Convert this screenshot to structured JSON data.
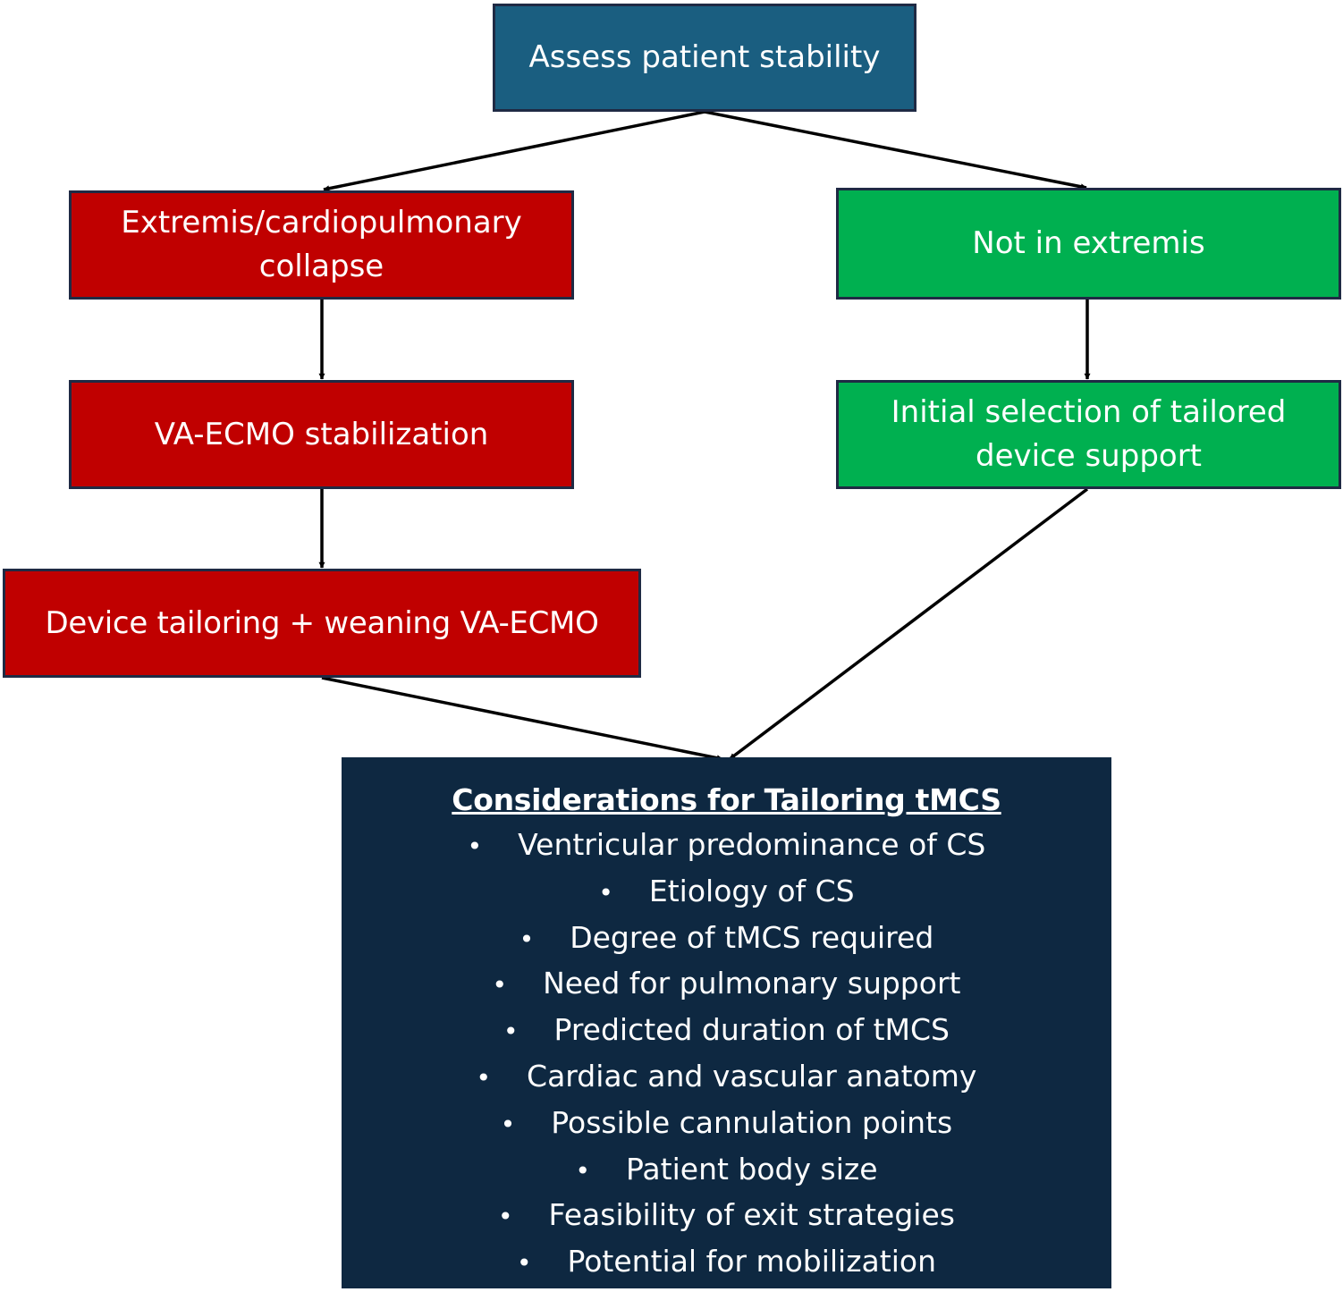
{
  "nodes": {
    "assess": "Assess patient stability",
    "extremis": "Extremis/cardiopulmonary collapse",
    "not_extremis": "Not in extremis",
    "vaecmo": "VA-ECMO stabilization",
    "initial": "Initial selection of tailored device support",
    "tailoring": "Device tailoring + weaning VA-ECMO"
  },
  "considerations": {
    "title": "Considerations for Tailoring tMCS",
    "bullet": "•",
    "items": [
      "Ventricular predominance of CS",
      "Etiology of CS",
      "Degree of tMCS required",
      "Need for pulmonary support",
      "Predicted duration of tMCS",
      "Cardiac and vascular anatomy",
      "Possible cannulation points",
      "Patient body size",
      "Feasibility of exit strategies",
      "Potential for mobilization"
    ]
  },
  "colors": {
    "assess": "#1a5e80",
    "extremis_path": "#c00000",
    "stable_path": "#00b050",
    "considerations": "#0e2841"
  }
}
